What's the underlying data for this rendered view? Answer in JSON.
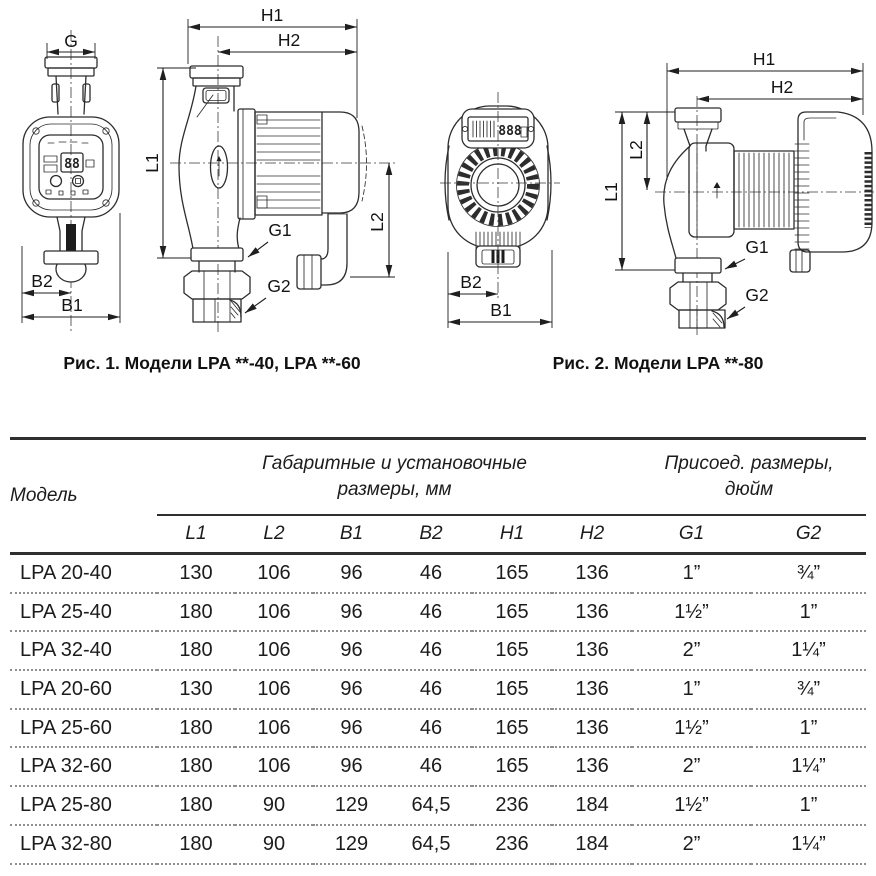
{
  "figures": [
    {
      "caption": "Рис. 1. Модели LPA **-40, LPA **-60",
      "display": "88",
      "dims": {
        "g": "G",
        "h1": "H1",
        "h2": "H2",
        "l1": "L1",
        "l2": "L2",
        "g1": "G1",
        "g2": "G2",
        "b1": "B1",
        "b2": "B2"
      }
    },
    {
      "caption": "Рис. 2. Модели LPA **-80",
      "display": "888",
      "dims": {
        "h1": "H1",
        "h2": "H2",
        "l1": "L1",
        "l2": "L2",
        "g1": "G1",
        "g2": "G2",
        "b1": "B1",
        "b2": "B2"
      }
    }
  ],
  "table": {
    "model_header": "Модель",
    "group_headers": [
      "Габаритные и установочные размеры, мм",
      "Присоед. размеры, дюйм"
    ],
    "columns": [
      "L1",
      "L2",
      "B1",
      "B2",
      "H1",
      "H2",
      "G1",
      "G2"
    ],
    "rows": [
      {
        "model": "LPA 20-40",
        "values": [
          "130",
          "106",
          "96",
          "46",
          "165",
          "136",
          "1”",
          "¾”"
        ]
      },
      {
        "model": "LPA 25-40",
        "values": [
          "180",
          "106",
          "96",
          "46",
          "165",
          "136",
          "1½”",
          "1”"
        ]
      },
      {
        "model": "LPA 32-40",
        "values": [
          "180",
          "106",
          "96",
          "46",
          "165",
          "136",
          "2”",
          "1¼”"
        ]
      },
      {
        "model": "LPA 20-60",
        "values": [
          "130",
          "106",
          "96",
          "46",
          "165",
          "136",
          "1”",
          "¾”"
        ]
      },
      {
        "model": "LPA 25-60",
        "values": [
          "180",
          "106",
          "96",
          "46",
          "165",
          "136",
          "1½”",
          "1”"
        ]
      },
      {
        "model": "LPA 32-60",
        "values": [
          "180",
          "106",
          "96",
          "46",
          "165",
          "136",
          "2”",
          "1¼”"
        ]
      },
      {
        "model": "LPA 25-80",
        "values": [
          "180",
          "90",
          "129",
          "64,5",
          "236",
          "184",
          "1½”",
          "1”"
        ]
      },
      {
        "model": "LPA 32-80",
        "values": [
          "180",
          "90",
          "129",
          "64,5",
          "236",
          "184",
          "2”",
          "1¼”"
        ]
      }
    ]
  }
}
